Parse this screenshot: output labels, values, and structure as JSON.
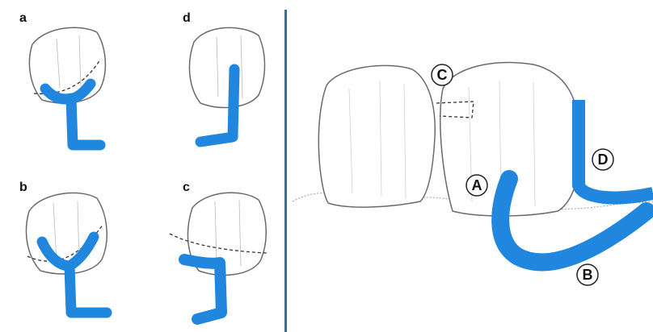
{
  "figure": {
    "panel_labels": {
      "a": "a",
      "b": "b",
      "c": "c",
      "d": "d"
    },
    "callouts": {
      "A": "A",
      "B": "B",
      "C": "C",
      "D": "D"
    }
  },
  "colors": {
    "matrix_blue": "#2186de",
    "outline": "#6a6a6a",
    "divider": "#3f6f86"
  }
}
